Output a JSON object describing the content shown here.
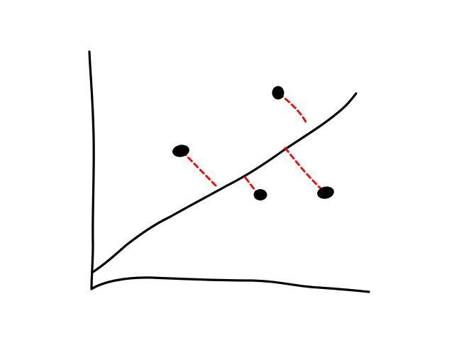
{
  "diagram": {
    "kind": "sketch-scatter-with-fitted-line",
    "axis_color": "#000000",
    "line_color": "#000000",
    "point_color": "#000000",
    "residual_color": "#ff0000",
    "point_count": 4,
    "residual_count": 4
  }
}
